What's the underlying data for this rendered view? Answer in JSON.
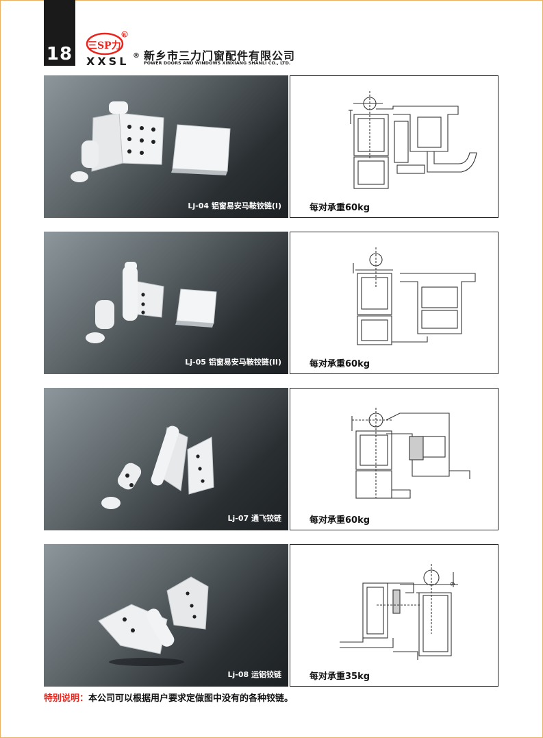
{
  "header": {
    "page_number": "18",
    "logo_mark": "三SP力",
    "logo_text": "XXSL",
    "registered": "®",
    "company_cn": "新乡市三力门窗配件有限公司",
    "company_en": "POWER DOORS AND WINDOWS XINXIANG SHANLI CO., LTD."
  },
  "products": [
    {
      "caption": "Lj-04 铝窗易安马鞍铰链(I)",
      "load": "每对承重60kg"
    },
    {
      "caption": "Lj-05 铝窗易安马鞍铰链(II)",
      "load": "每对承重60kg"
    },
    {
      "caption": "Lj-07 通飞铰链",
      "load": "每对承重60kg"
    },
    {
      "caption": "Lj-08 运铝铰链",
      "load": "每对承重35kg"
    }
  ],
  "drawing_dimension": "9",
  "note": {
    "label": "特别说明",
    "separator": "：",
    "text": "本公司可以根据用户要求定做图中没有的各种铰链。"
  },
  "colors": {
    "accent_red": "#e8261e",
    "header_dark": "#1a1a1a",
    "border": "#e8b060"
  }
}
